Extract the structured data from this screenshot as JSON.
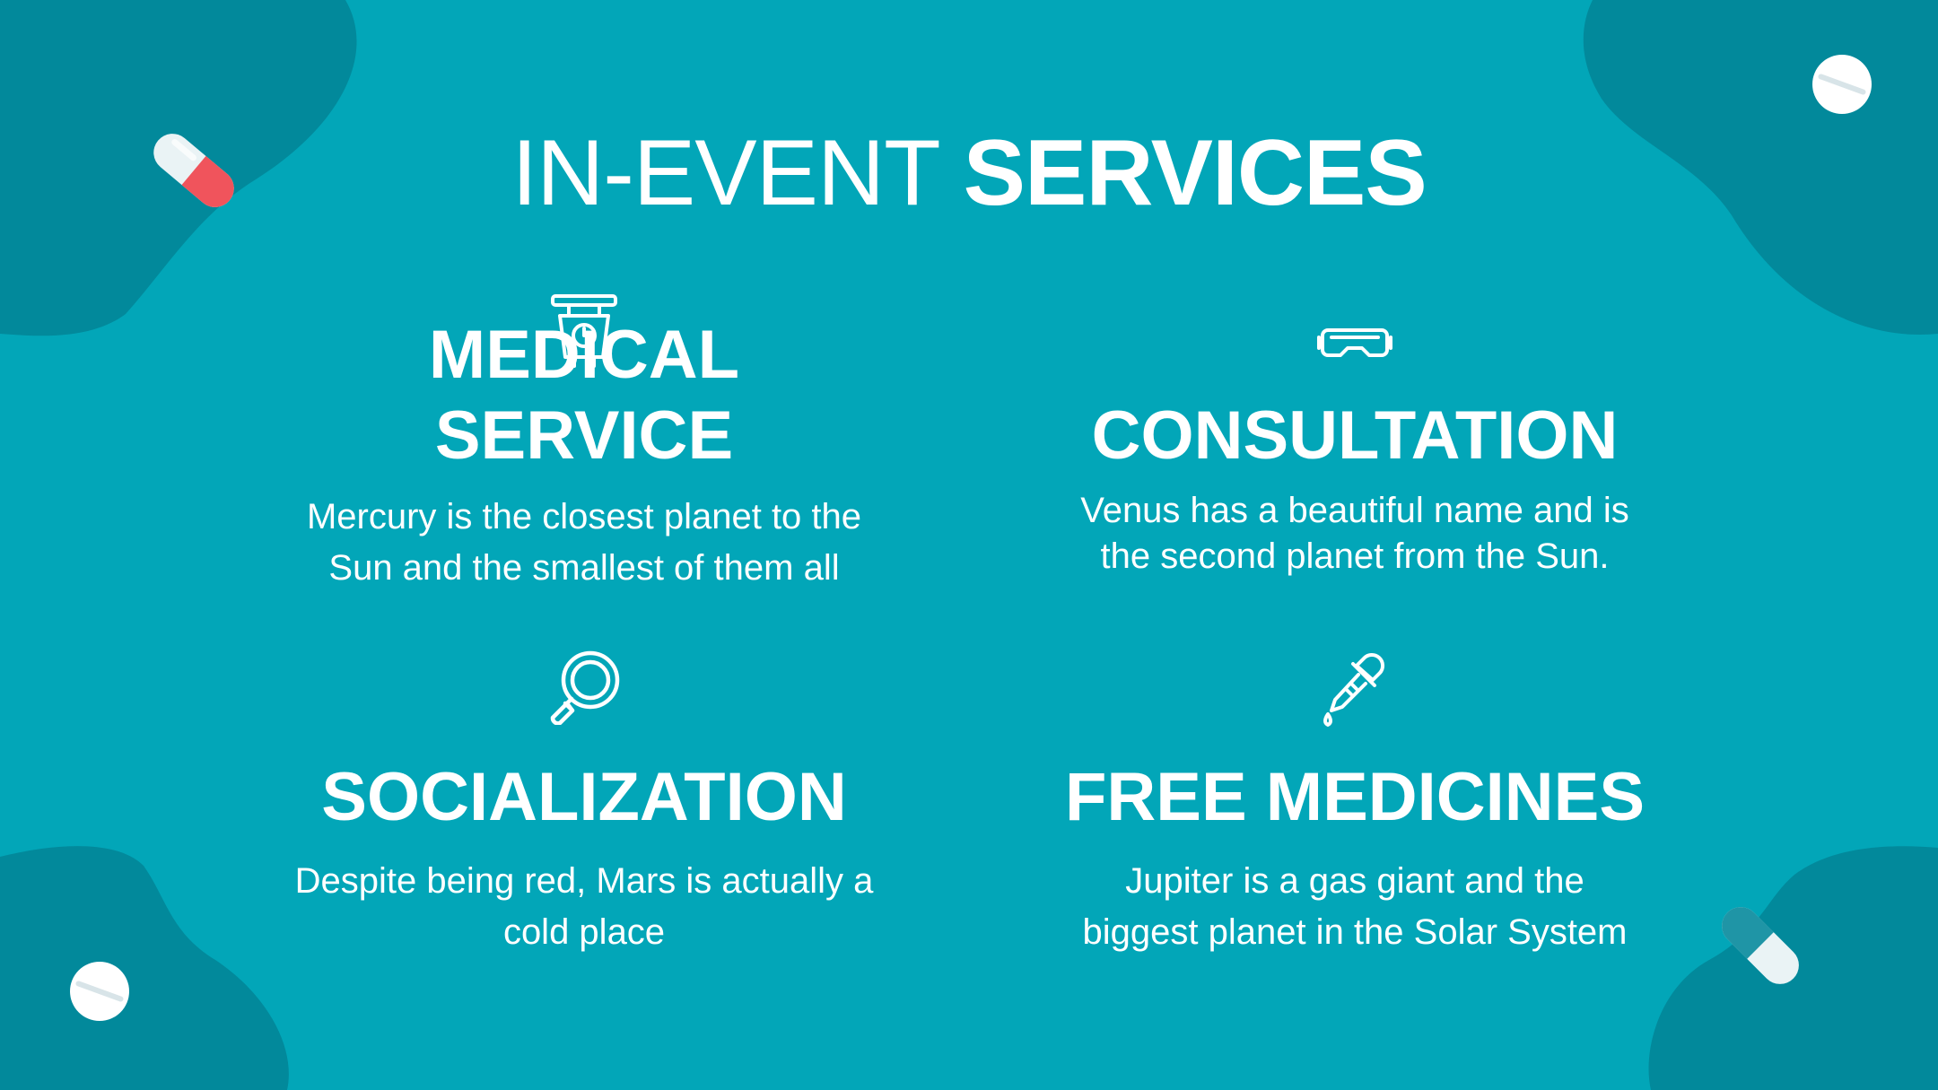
{
  "title": {
    "light": "IN-EVENT ",
    "bold": "SERVICES"
  },
  "colors": {
    "background": "#02a6b8",
    "blob": "#02899b",
    "text": "#ffffff",
    "pill_red": "#f0545c",
    "pill_white": "#eaf3f5",
    "pill_teal": "#1f95a6"
  },
  "services": [
    {
      "icon": "microscope-icon",
      "heading_lines": [
        "MEDICAL",
        "SERVICE"
      ],
      "desc_lines": [
        "Mercury is the closest planet to the",
        "Sun and the smallest of them all"
      ]
    },
    {
      "icon": "goggles-icon",
      "heading_lines": [
        "CONSULTATION"
      ],
      "desc_lines": [
        "Venus has a beautiful name and is",
        "the second planet from the Sun."
      ]
    },
    {
      "icon": "magnifier-icon",
      "heading_lines": [
        "SOCIALIZATION"
      ],
      "desc_lines": [
        "Despite being red, Mars is actually a",
        "cold place"
      ]
    },
    {
      "icon": "dropper-icon",
      "heading_lines": [
        "FREE MEDICINES"
      ],
      "desc_lines": [
        "Jupiter is a gas giant and the",
        "biggest planet in the Solar System"
      ]
    }
  ]
}
